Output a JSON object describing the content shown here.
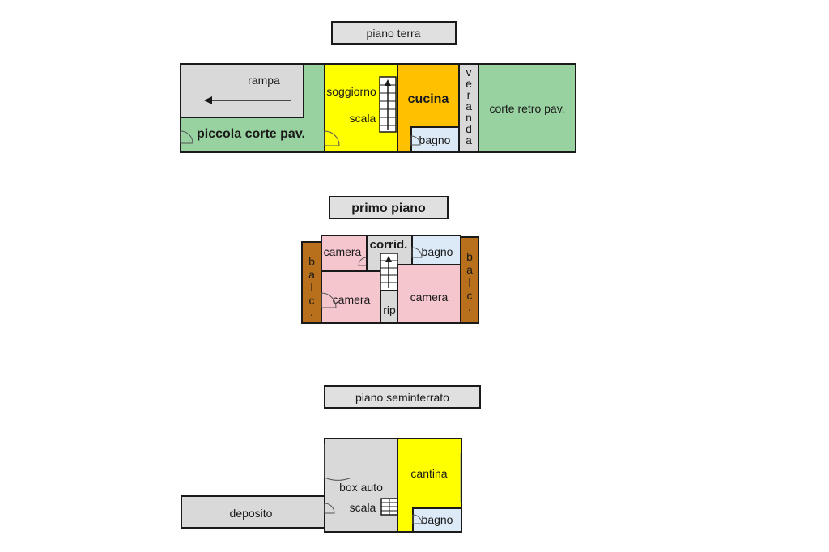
{
  "floors": {
    "ground": {
      "title": "piano terra",
      "rooms": {
        "rampa": "rampa",
        "piccola_corte": "piccola corte pav.",
        "soggiorno": "soggiorno",
        "scala": "scala",
        "cucina": "cucina",
        "bagno": "bagno",
        "veranda_letters": [
          "v",
          "e",
          "r",
          "a",
          "n",
          "d",
          "a"
        ],
        "corte_retro": "corte retro pav."
      }
    },
    "first": {
      "title": "primo piano",
      "rooms": {
        "camera_top_left": "camera",
        "corrid": "corrid.",
        "bagno": "bagno",
        "camera_left": "camera",
        "rip": "rip",
        "camera_right": "camera",
        "balc_left_letters": [
          "b",
          "a",
          "l",
          "c",
          "."
        ],
        "balc_right_letters": [
          "b",
          "a",
          "l",
          "c",
          "."
        ]
      }
    },
    "basement": {
      "title": "piano seminterrato",
      "rooms": {
        "box_auto": "box auto",
        "scala": "scala",
        "deposito": "deposito",
        "cantina": "cantina",
        "bagno": "bagno"
      }
    }
  },
  "colors": {
    "gray": "#d9d9d9",
    "green": "#98d2a0",
    "yellow": "#ffff00",
    "orange": "#ffc000",
    "light_blue": "#dce9f7",
    "pink": "#f6c6cf",
    "brown": "#b8701c",
    "title_bg": "#e0e0e0"
  }
}
